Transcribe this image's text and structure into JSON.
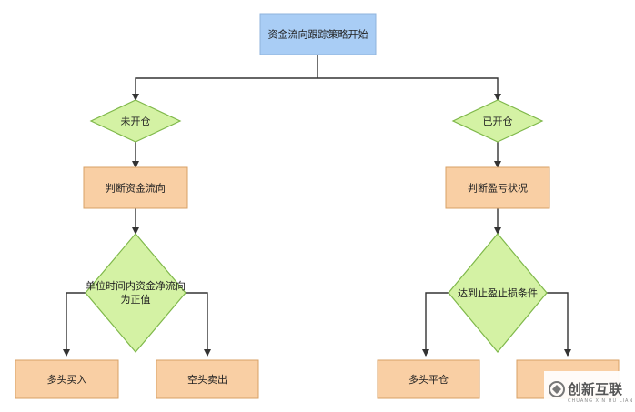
{
  "colors": {
    "start_fill": "#a9cdf5",
    "process_fill": "#f9cfa4",
    "process_stroke": "#d8a066",
    "decision_fill": "#d4f2a4",
    "decision_stroke": "#7fb84a",
    "connector": "#333333"
  },
  "nodes": {
    "start": "资金流向跟踪策略开始",
    "not_open": "未开仓",
    "opened": "已开仓",
    "judge_flow": "判断资金流向",
    "judge_pnl": "判断盈亏状况",
    "net_flow_line1": "单位时间内资金净流向",
    "net_flow_line2": "为正值",
    "stop_cond": "达到止盈止损条件",
    "long_buy": "多头买入",
    "short_sell": "空头卖出",
    "close_long": "多头平仓",
    "close_short": ""
  },
  "watermark": {
    "brand": "创新互联",
    "tagline": "CHUANG XIN HU LIAN"
  }
}
